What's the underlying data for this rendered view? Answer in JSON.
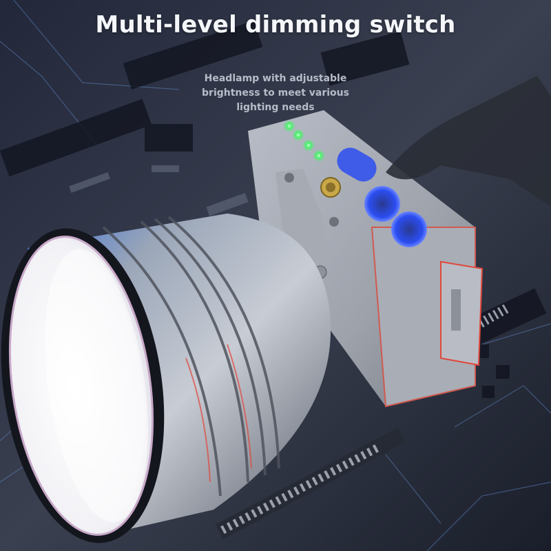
{
  "title": "Multi-level dimming switch",
  "subtitle": {
    "lines": [
      "Headlamp with adjustable",
      "brightness to meet various",
      "lighting needs"
    ]
  },
  "product": {
    "name": "headlamp",
    "indicator_leds": 4,
    "buttons": 2
  },
  "colors": {
    "background": "#1b1f2c",
    "title": "#f4f6fa",
    "subtitle": "#b7bcc8",
    "led_green": "#4cf06e",
    "button_blue": "#2b4df0",
    "accent_red": "#e0483c"
  }
}
